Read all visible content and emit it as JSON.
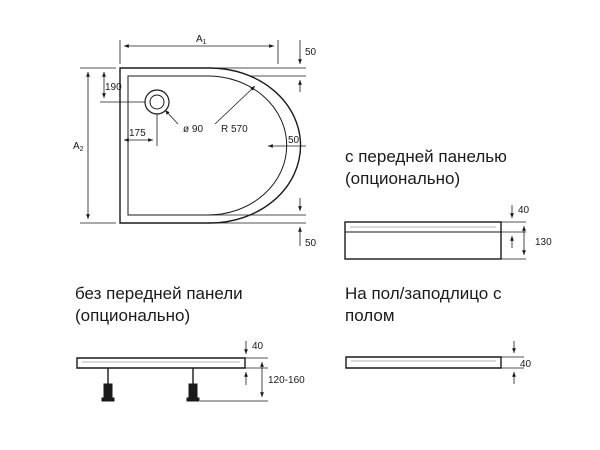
{
  "plan_view": {
    "width_label": "A",
    "width_sub": "1",
    "depth_label": "A",
    "depth_sub": "2",
    "offset_top": "50",
    "offset_bottom": "50",
    "offset_right": "50",
    "drain_y": "190",
    "drain_x": "175",
    "drain_diameter": "ø 90",
    "radius": "R 570"
  },
  "section_front_panel": {
    "caption_line1": "с передней панелью",
    "caption_line2": "(опционально)",
    "lip": "40",
    "height": "130"
  },
  "section_no_panel": {
    "caption_line1": "без передней панели",
    "caption_line2": "(опционально)",
    "lip": "40",
    "height": "120-160"
  },
  "section_floor": {
    "caption_line1": "На пол/заподлицо с",
    "caption_line2": "полом",
    "lip": "40"
  }
}
